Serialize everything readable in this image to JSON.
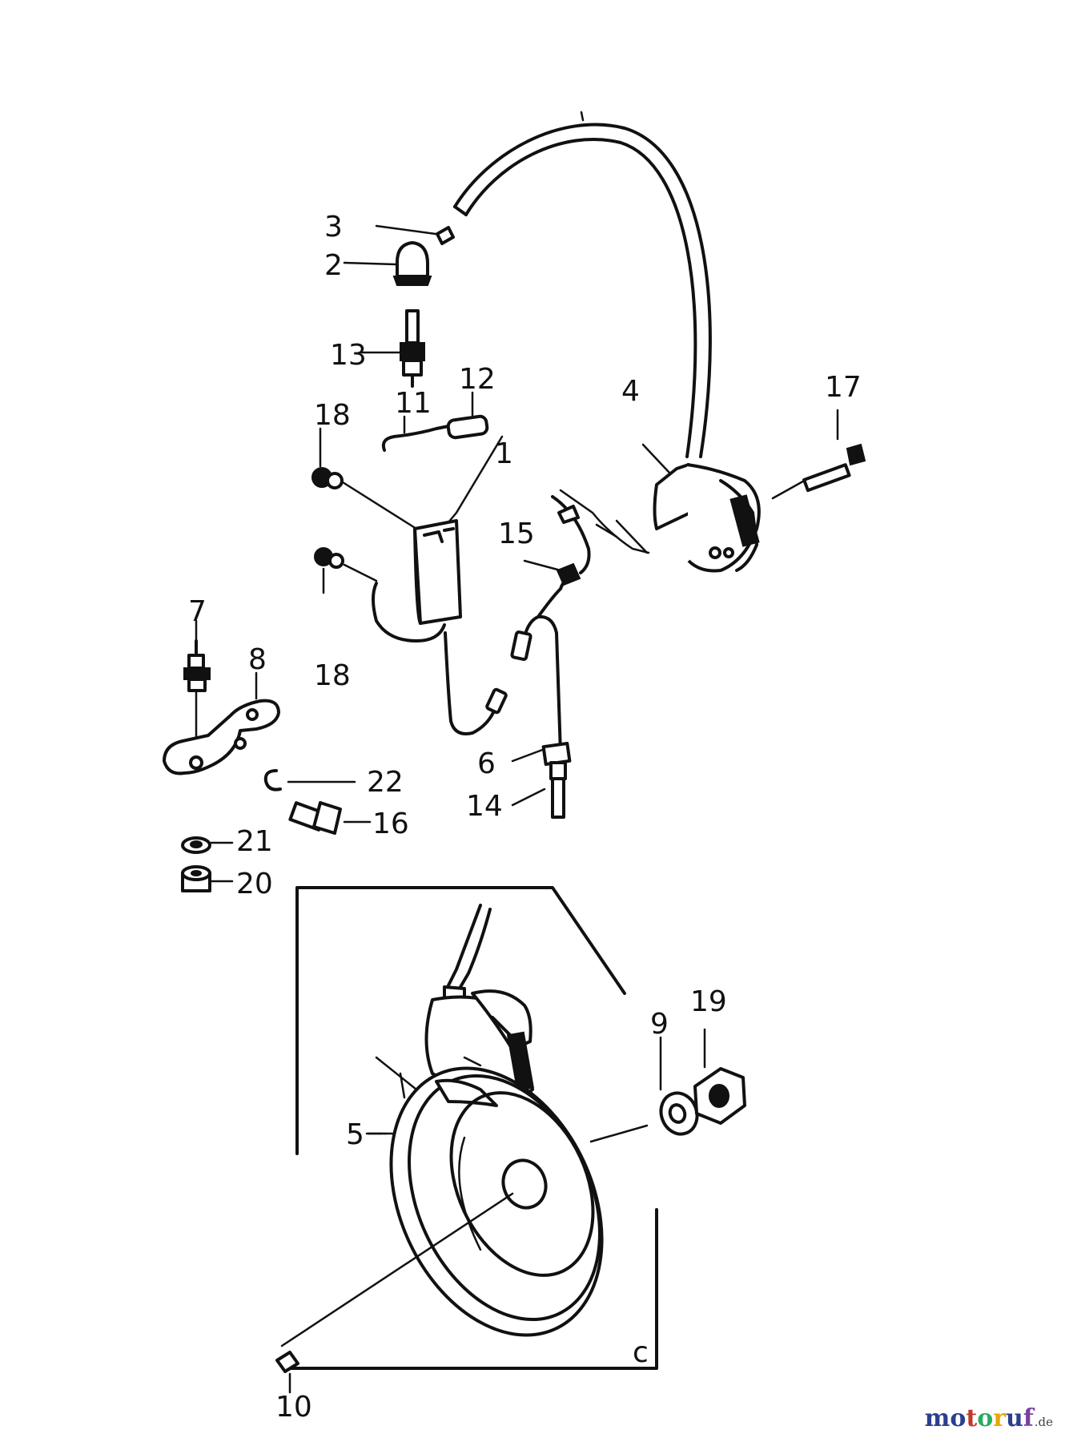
{
  "diagram": {
    "callouts": {
      "n1": "1",
      "n2": "2",
      "n3": "3",
      "n4": "4",
      "n5": "5",
      "n6": "6",
      "n7": "7",
      "n8": "8",
      "n9": "9",
      "n10": "10",
      "n11": "11",
      "n12": "12",
      "n13": "13",
      "n14": "14",
      "n15": "15",
      "n16": "16",
      "n17": "17",
      "n18a": "18",
      "n18b": "18",
      "n19": "19",
      "n20": "20",
      "n21": "21",
      "n22": "22",
      "section": "c"
    }
  },
  "watermark": {
    "letters": [
      "m",
      "o",
      "t",
      "o",
      "r",
      "u",
      "f"
    ],
    "colors": [
      "#2b3f8f",
      "#2b3f8f",
      "#c0392b",
      "#27ae60",
      "#e6a800",
      "#2b3f8f",
      "#7b3fa0"
    ],
    "tld": ".de"
  }
}
